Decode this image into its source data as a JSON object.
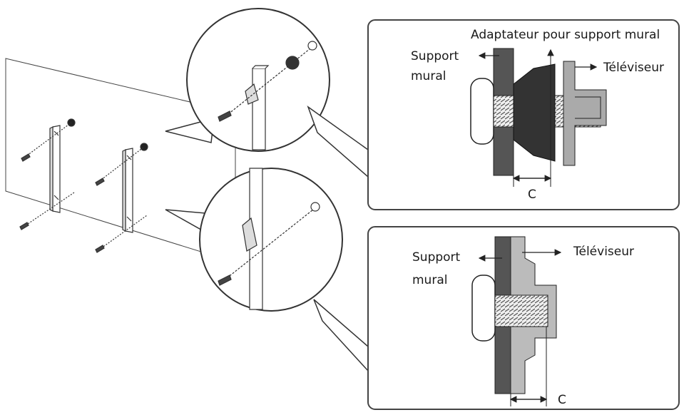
{
  "top_detail": {
    "adapter_label": "Adaptateur pour support mural",
    "wall_mount_label_line1": "Support",
    "wall_mount_label_line2": "mural",
    "tv_label": "Téléviseur",
    "dimension_label": "C"
  },
  "bottom_detail": {
    "wall_mount_label_line1": "Support",
    "wall_mount_label_line2": "mural",
    "tv_label": "Téléviseur",
    "dimension_label": "C"
  }
}
